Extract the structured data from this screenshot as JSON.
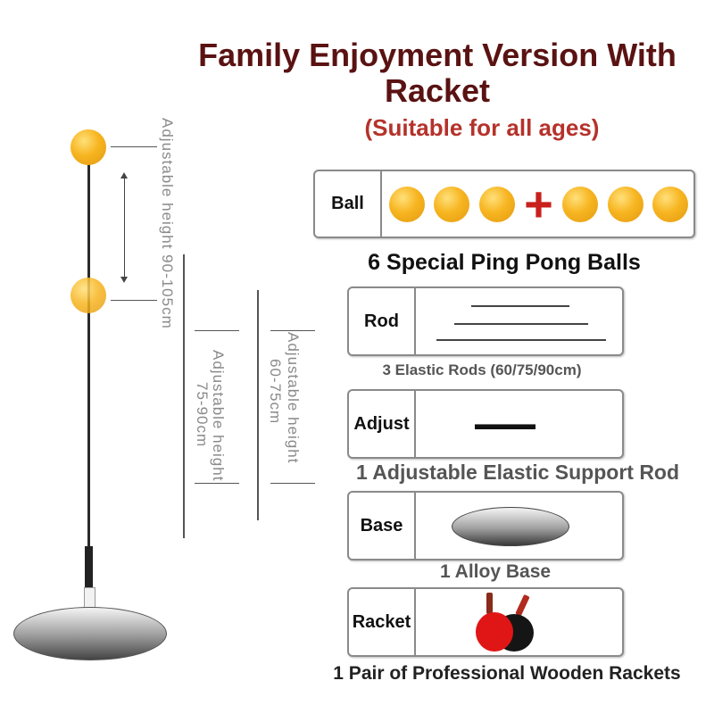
{
  "header": {
    "title_line1": "Family Enjoyment Version With",
    "title_line2": "Racket",
    "subtitle": "(Suitable for all ages)"
  },
  "left_diagram": {
    "height_label_1": "Adjustable height 90-105cm",
    "height_label_2a": "Adjustable height",
    "height_label_2b": "75-90cm",
    "height_label_3a": "Adjustable height",
    "height_label_3b": "60-75cm"
  },
  "items": {
    "ball": {
      "label": "Ball",
      "caption": "6 Special Ping Pong Balls",
      "plus_sign": "+"
    },
    "rod": {
      "label": "Rod",
      "caption": "3 Elastic Rods (60/75/90cm)"
    },
    "adjust": {
      "label": "Adjust",
      "caption": "1 Adjustable Elastic Support Rod"
    },
    "base": {
      "label": "Base",
      "caption": "1 Alloy Base"
    },
    "racket": {
      "label": "Racket",
      "caption": "1 Pair of Professional Wooden Rackets"
    }
  },
  "colors": {
    "title": "#5a1212",
    "subtitle": "#b5322b",
    "ball": "#f7b521",
    "plus": "#c8201c",
    "racket_red": "#e01616",
    "racket_black": "#151515"
  }
}
